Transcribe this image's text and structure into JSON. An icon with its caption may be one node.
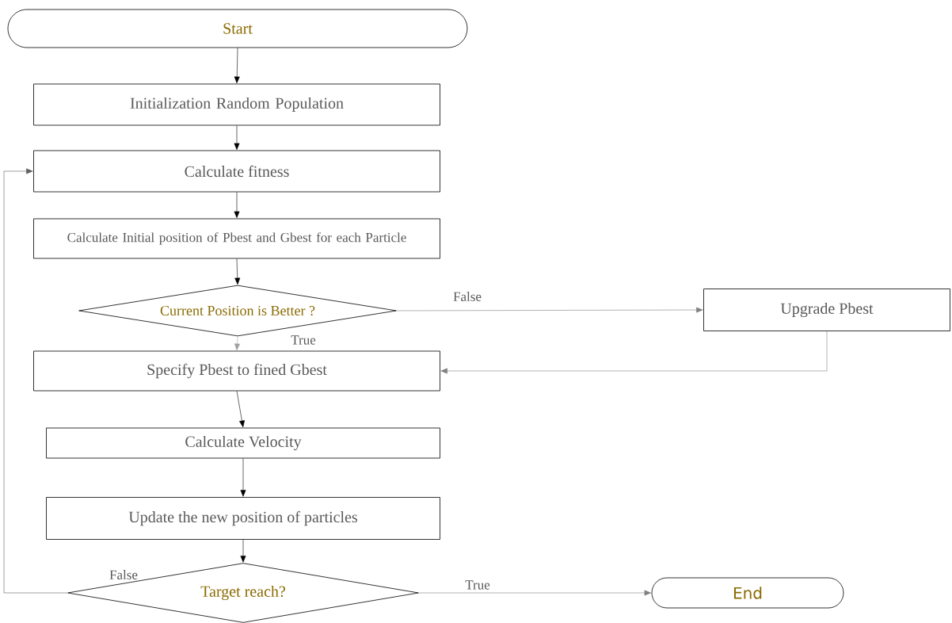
{
  "diagram": {
    "nodes": [
      {
        "text": [
          "Start"
        ]
      },
      {
        "text": [
          "Initialization Random Population"
        ]
      },
      {
        "text": [
          "Calculate fitness"
        ]
      },
      {
        "text": [
          "Calculate Initial position of Pbest and Gbest for each Particle"
        ]
      },
      {
        "text": [
          "Current Position is Better ?"
        ]
      },
      {
        "text": [
          "Upgrade Pbest"
        ]
      },
      {
        "text": [
          "Specify Pbest to fined Gbest"
        ]
      },
      {
        "text": [
          "Calculate Velocity"
        ]
      },
      {
        "text": [
          "Update the new position of particles"
        ]
      },
      {
        "text": [
          "Target reach?"
        ]
      },
      {
        "text": [
          "End"
        ]
      }
    ],
    "edges": [
      {
        "from": 0,
        "to": 1,
        "arrow": "to"
      },
      {
        "from": 1,
        "to": 2,
        "arrow": "to"
      },
      {
        "from": 2,
        "to": 3,
        "arrow": "to"
      },
      {
        "from": 3,
        "to": 4,
        "arrow": "to"
      },
      {
        "from": 4,
        "to": 5,
        "arrow": "to",
        "label": "False",
        "color": "#808080"
      },
      {
        "from": 4,
        "to": 6,
        "arrow": "to",
        "label": "True",
        "color": "#a0a0a0"
      },
      {
        "from": 5,
        "to": 6,
        "arrow": "to",
        "color": "#808080"
      },
      {
        "from": 6,
        "to": 7,
        "arrow": "to"
      },
      {
        "from": 7,
        "to": 8,
        "arrow": "to"
      },
      {
        "from": 8,
        "to": 9,
        "arrow": "to"
      },
      {
        "from": 9,
        "to": 10,
        "arrow": "to",
        "label": "True",
        "color": "#808080"
      },
      {
        "from": 9,
        "to": 2,
        "arrow": "to",
        "label": "False",
        "color": "#606060"
      }
    ]
  }
}
